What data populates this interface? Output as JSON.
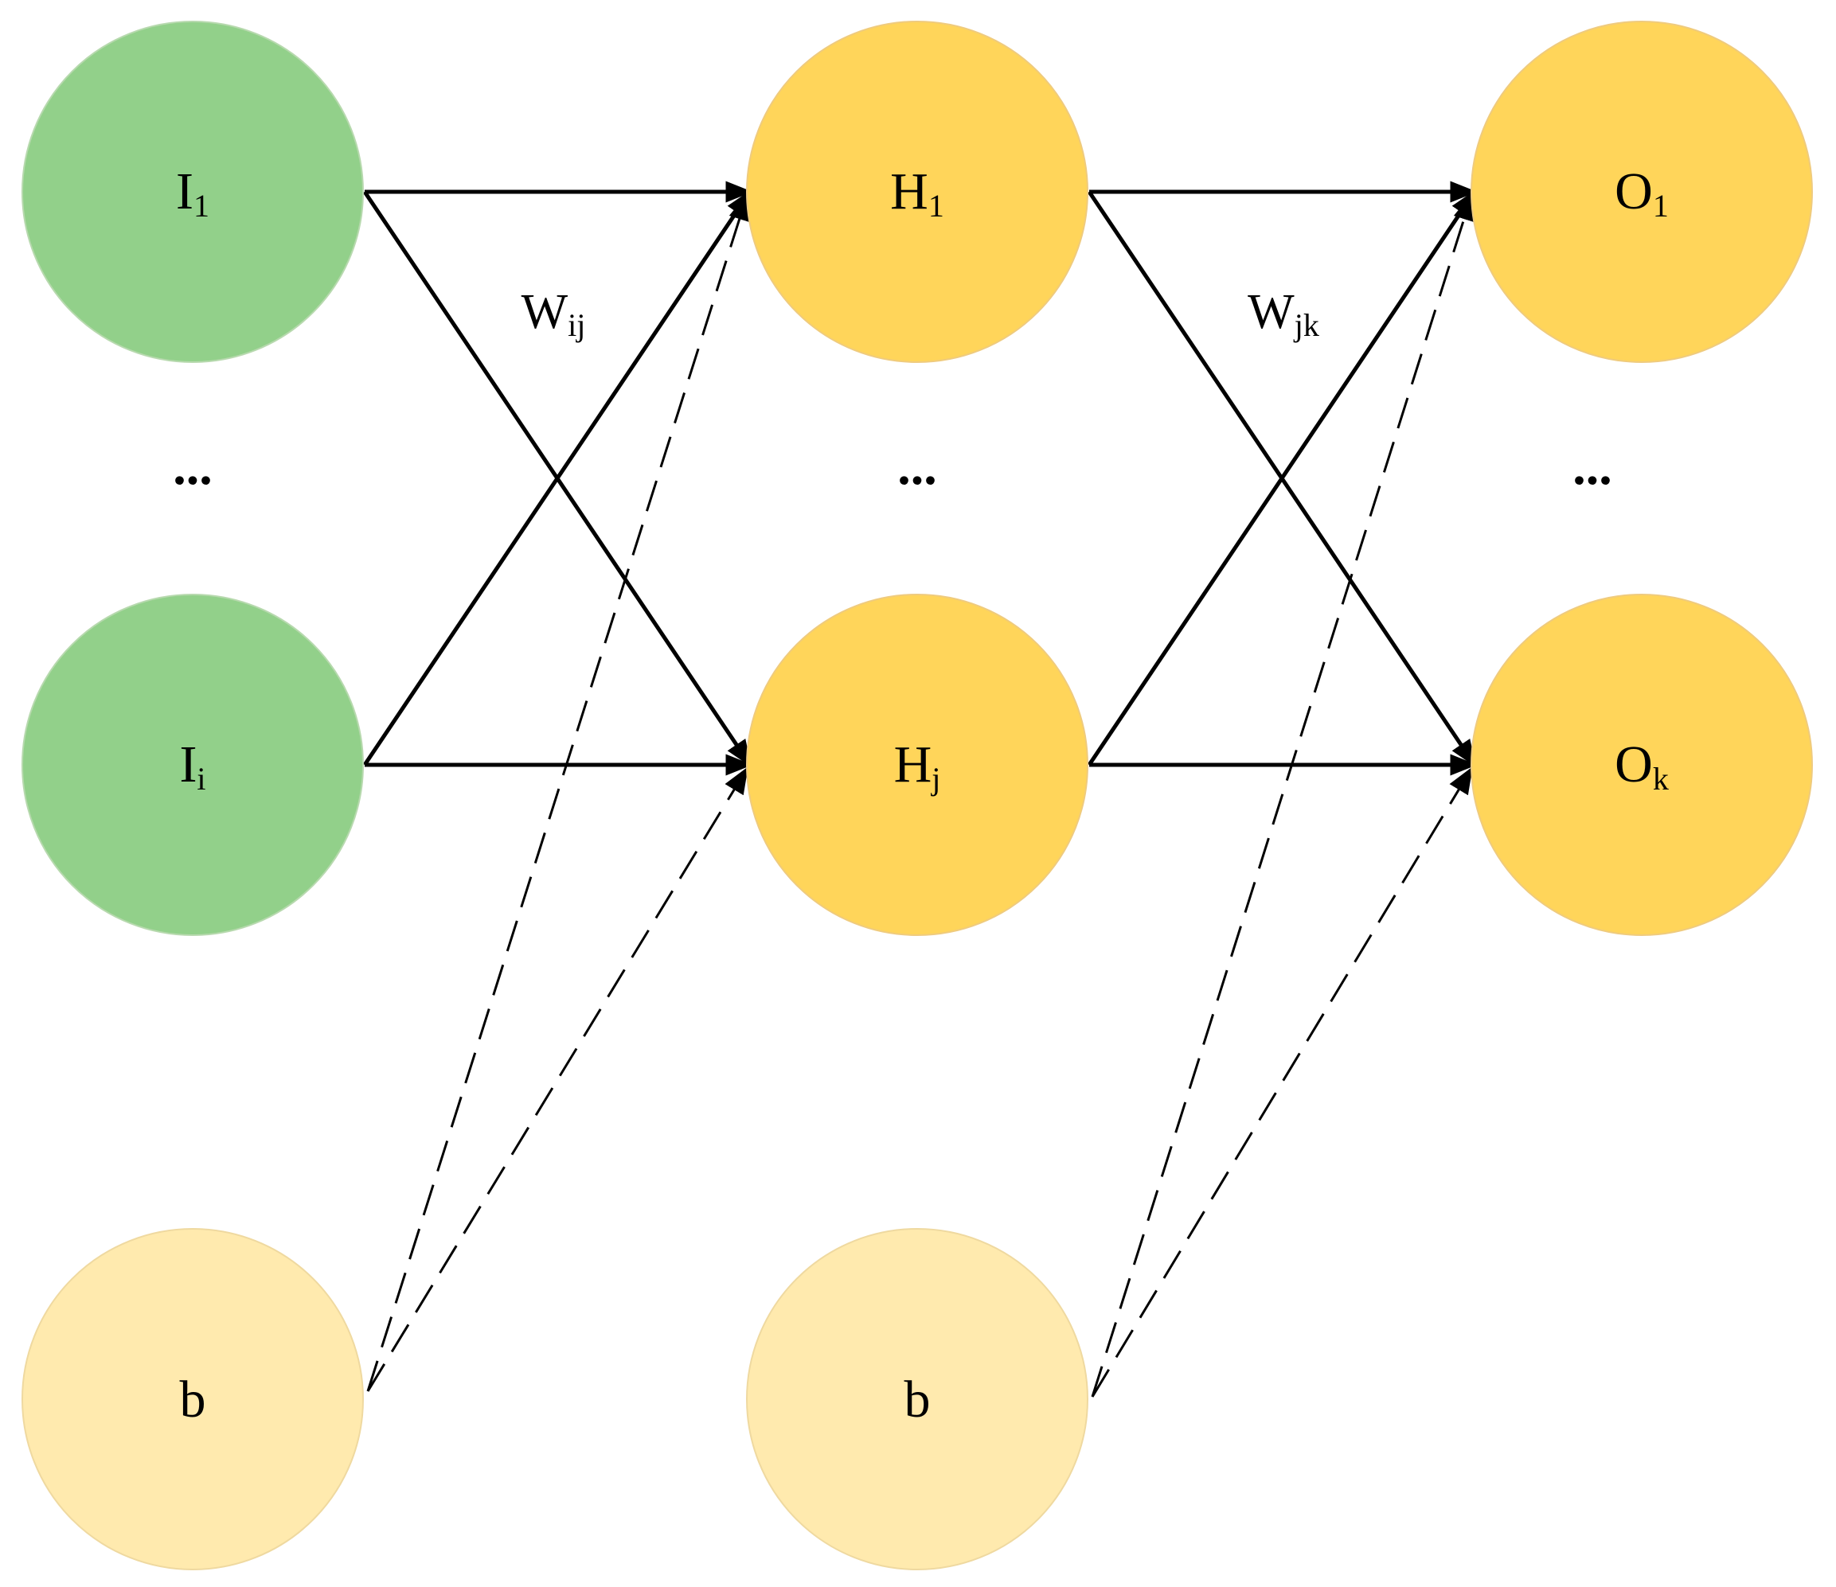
{
  "colors": {
    "input_node": "#92d08a",
    "hidden_node": "#ffd55a",
    "output_node": "#ffd55a",
    "bias_node": "#ffeaae",
    "edge": "#000000"
  },
  "nodes": {
    "input_1": {
      "base": "I",
      "sub": "1"
    },
    "input_i": {
      "base": "I",
      "sub": "i"
    },
    "hidden_1": {
      "base": "H",
      "sub": "1"
    },
    "hidden_j": {
      "base": "H",
      "sub": "j"
    },
    "output_1": {
      "base": "O",
      "sub": "1"
    },
    "output_k": {
      "base": "O",
      "sub": "k"
    },
    "bias_1": {
      "base": "b",
      "sub": ""
    },
    "bias_2": {
      "base": "b",
      "sub": ""
    }
  },
  "weights": {
    "input_hidden": {
      "base": "W",
      "sub": "ij"
    },
    "hidden_output": {
      "base": "W",
      "sub": "jk"
    }
  },
  "ellipsis": "..."
}
